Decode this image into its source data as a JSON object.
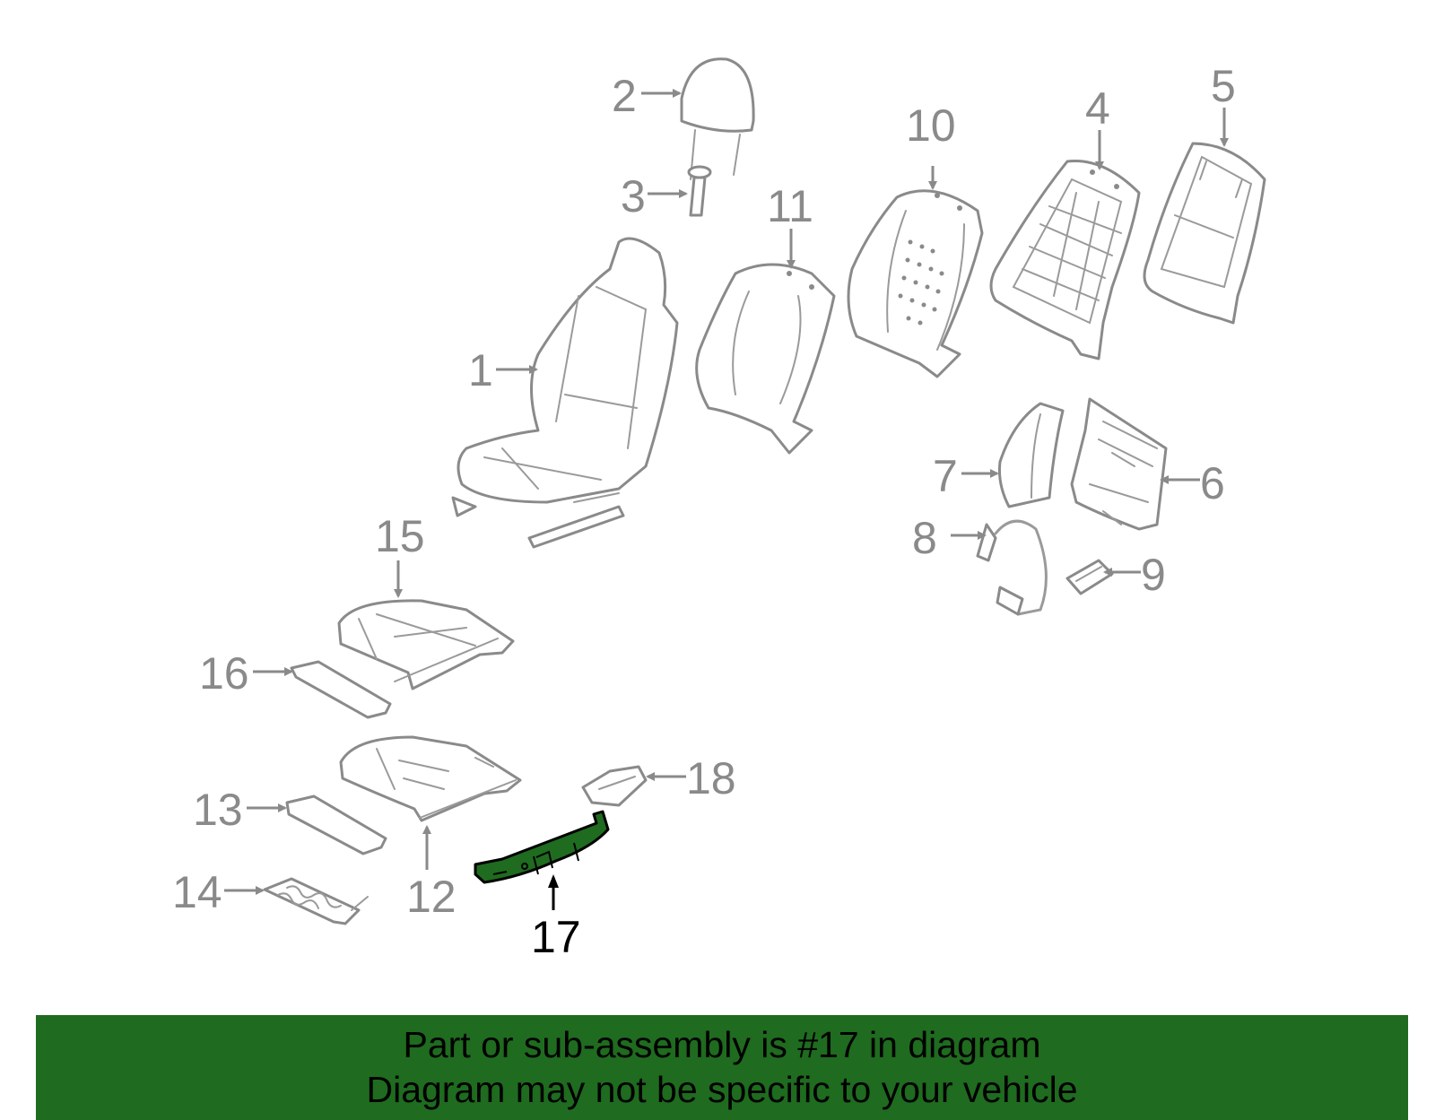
{
  "callouts": {
    "c1": "1",
    "c2": "2",
    "c3": "3",
    "c4": "4",
    "c5": "5",
    "c6": "6",
    "c7": "7",
    "c8": "8",
    "c9": "9",
    "c10": "10",
    "c11": "11",
    "c12": "12",
    "c13": "13",
    "c14": "14",
    "c15": "15",
    "c16": "16",
    "c17": "17",
    "c18": "18"
  },
  "highlighted_part": "17",
  "colors": {
    "highlight": "#1f6b1f",
    "line": "#8a8a8a",
    "banner": "#1f6b1f"
  },
  "banner": {
    "line1": "Part or sub-assembly is #17 in diagram",
    "line2": "Diagram may not be specific to your vehicle"
  }
}
